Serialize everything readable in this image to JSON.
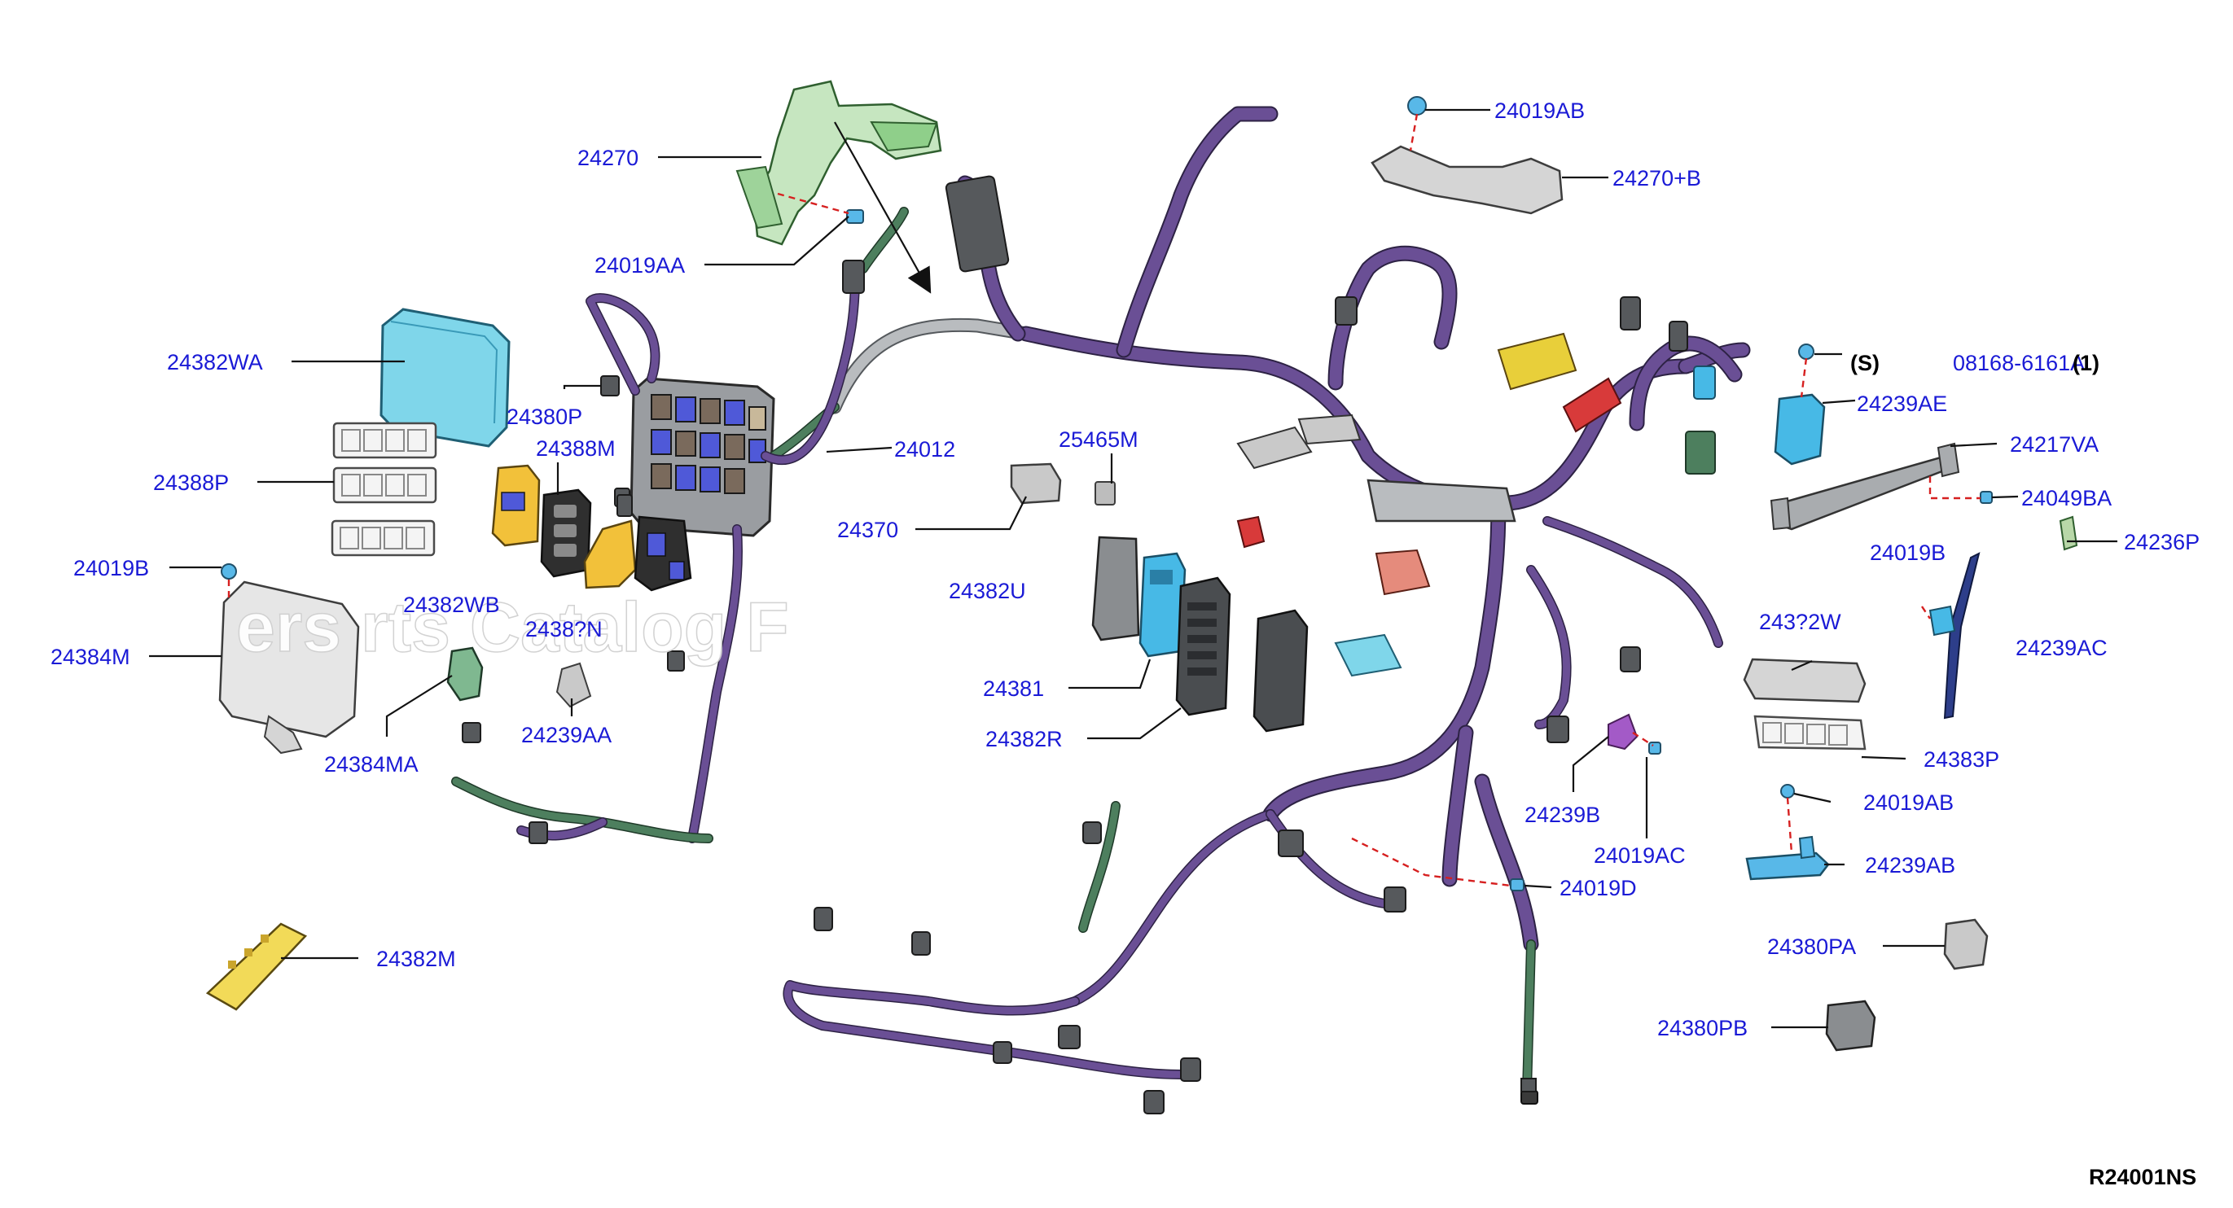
{
  "diagram": {
    "ref_code": "R24001NS",
    "watermark": "ers                    rts Catalog F",
    "callouts": [
      {
        "id": "c-24270",
        "text": "24270"
      },
      {
        "id": "c-24019AA",
        "text": "24019AA"
      },
      {
        "id": "c-24382WA",
        "text": "24382WA"
      },
      {
        "id": "c-24380P",
        "text": "24380P"
      },
      {
        "id": "c-24388M",
        "text": "24388M"
      },
      {
        "id": "c-24012",
        "text": "24012"
      },
      {
        "id": "c-24388P",
        "text": "24388P"
      },
      {
        "id": "c-24019B-left",
        "text": "24019B"
      },
      {
        "id": "c-24382WB",
        "text": "24382WB"
      },
      {
        "id": "c-2438xN",
        "text": "2438?N"
      },
      {
        "id": "c-24384M",
        "text": "24384M"
      },
      {
        "id": "c-24384MA",
        "text": "24384MA"
      },
      {
        "id": "c-24239AA",
        "text": "24239AA"
      },
      {
        "id": "c-24382M",
        "text": "24382M"
      },
      {
        "id": "c-24370",
        "text": "24370"
      },
      {
        "id": "c-25465M",
        "text": "25465M"
      },
      {
        "id": "c-24382U",
        "text": "24382U"
      },
      {
        "id": "c-24381",
        "text": "24381"
      },
      {
        "id": "c-24382R",
        "text": "24382R"
      },
      {
        "id": "c-24019AB-top",
        "text": "24019AB"
      },
      {
        "id": "c-24270B",
        "text": "24270+B"
      },
      {
        "id": "c-S",
        "text": "(S)"
      },
      {
        "id": "c-08168",
        "text": "08168-6161A"
      },
      {
        "id": "c-1",
        "text": "(1)"
      },
      {
        "id": "c-24239AE",
        "text": "24239AE"
      },
      {
        "id": "c-24217VA",
        "text": "24217VA"
      },
      {
        "id": "c-24049BA",
        "text": "24049BA"
      },
      {
        "id": "c-24236P",
        "text": "24236P"
      },
      {
        "id": "c-24019B-right",
        "text": "24019B"
      },
      {
        "id": "c-2438xW",
        "text": "243?2W"
      },
      {
        "id": "c-24239AC",
        "text": "24239AC"
      },
      {
        "id": "c-24383P",
        "text": "24383P"
      },
      {
        "id": "c-24019AB-mid",
        "text": "24019AB"
      },
      {
        "id": "c-24239AB",
        "text": "24239AB"
      },
      {
        "id": "c-24239B",
        "text": "24239B"
      },
      {
        "id": "c-24019AC",
        "text": "24019AC"
      },
      {
        "id": "c-24019D",
        "text": "24019D"
      },
      {
        "id": "c-24380PA",
        "text": "24380PA"
      },
      {
        "id": "c-24380PB",
        "text": "24380PB"
      }
    ]
  },
  "colors": {
    "callout_text": "#1a1ad6",
    "harness_purple": "#6a4f95",
    "harness_green": "#4d7f5e",
    "fuse_box_cover": "#7fd6ea",
    "bracket_green": "#c6e6c0",
    "relay_yellow": "#f2c13a",
    "fuse_blue": "#4f59d8",
    "tape_yellow": "#e8cf3a",
    "tape_red": "#d83a3a",
    "bracket_cyan": "#47b9e6"
  }
}
